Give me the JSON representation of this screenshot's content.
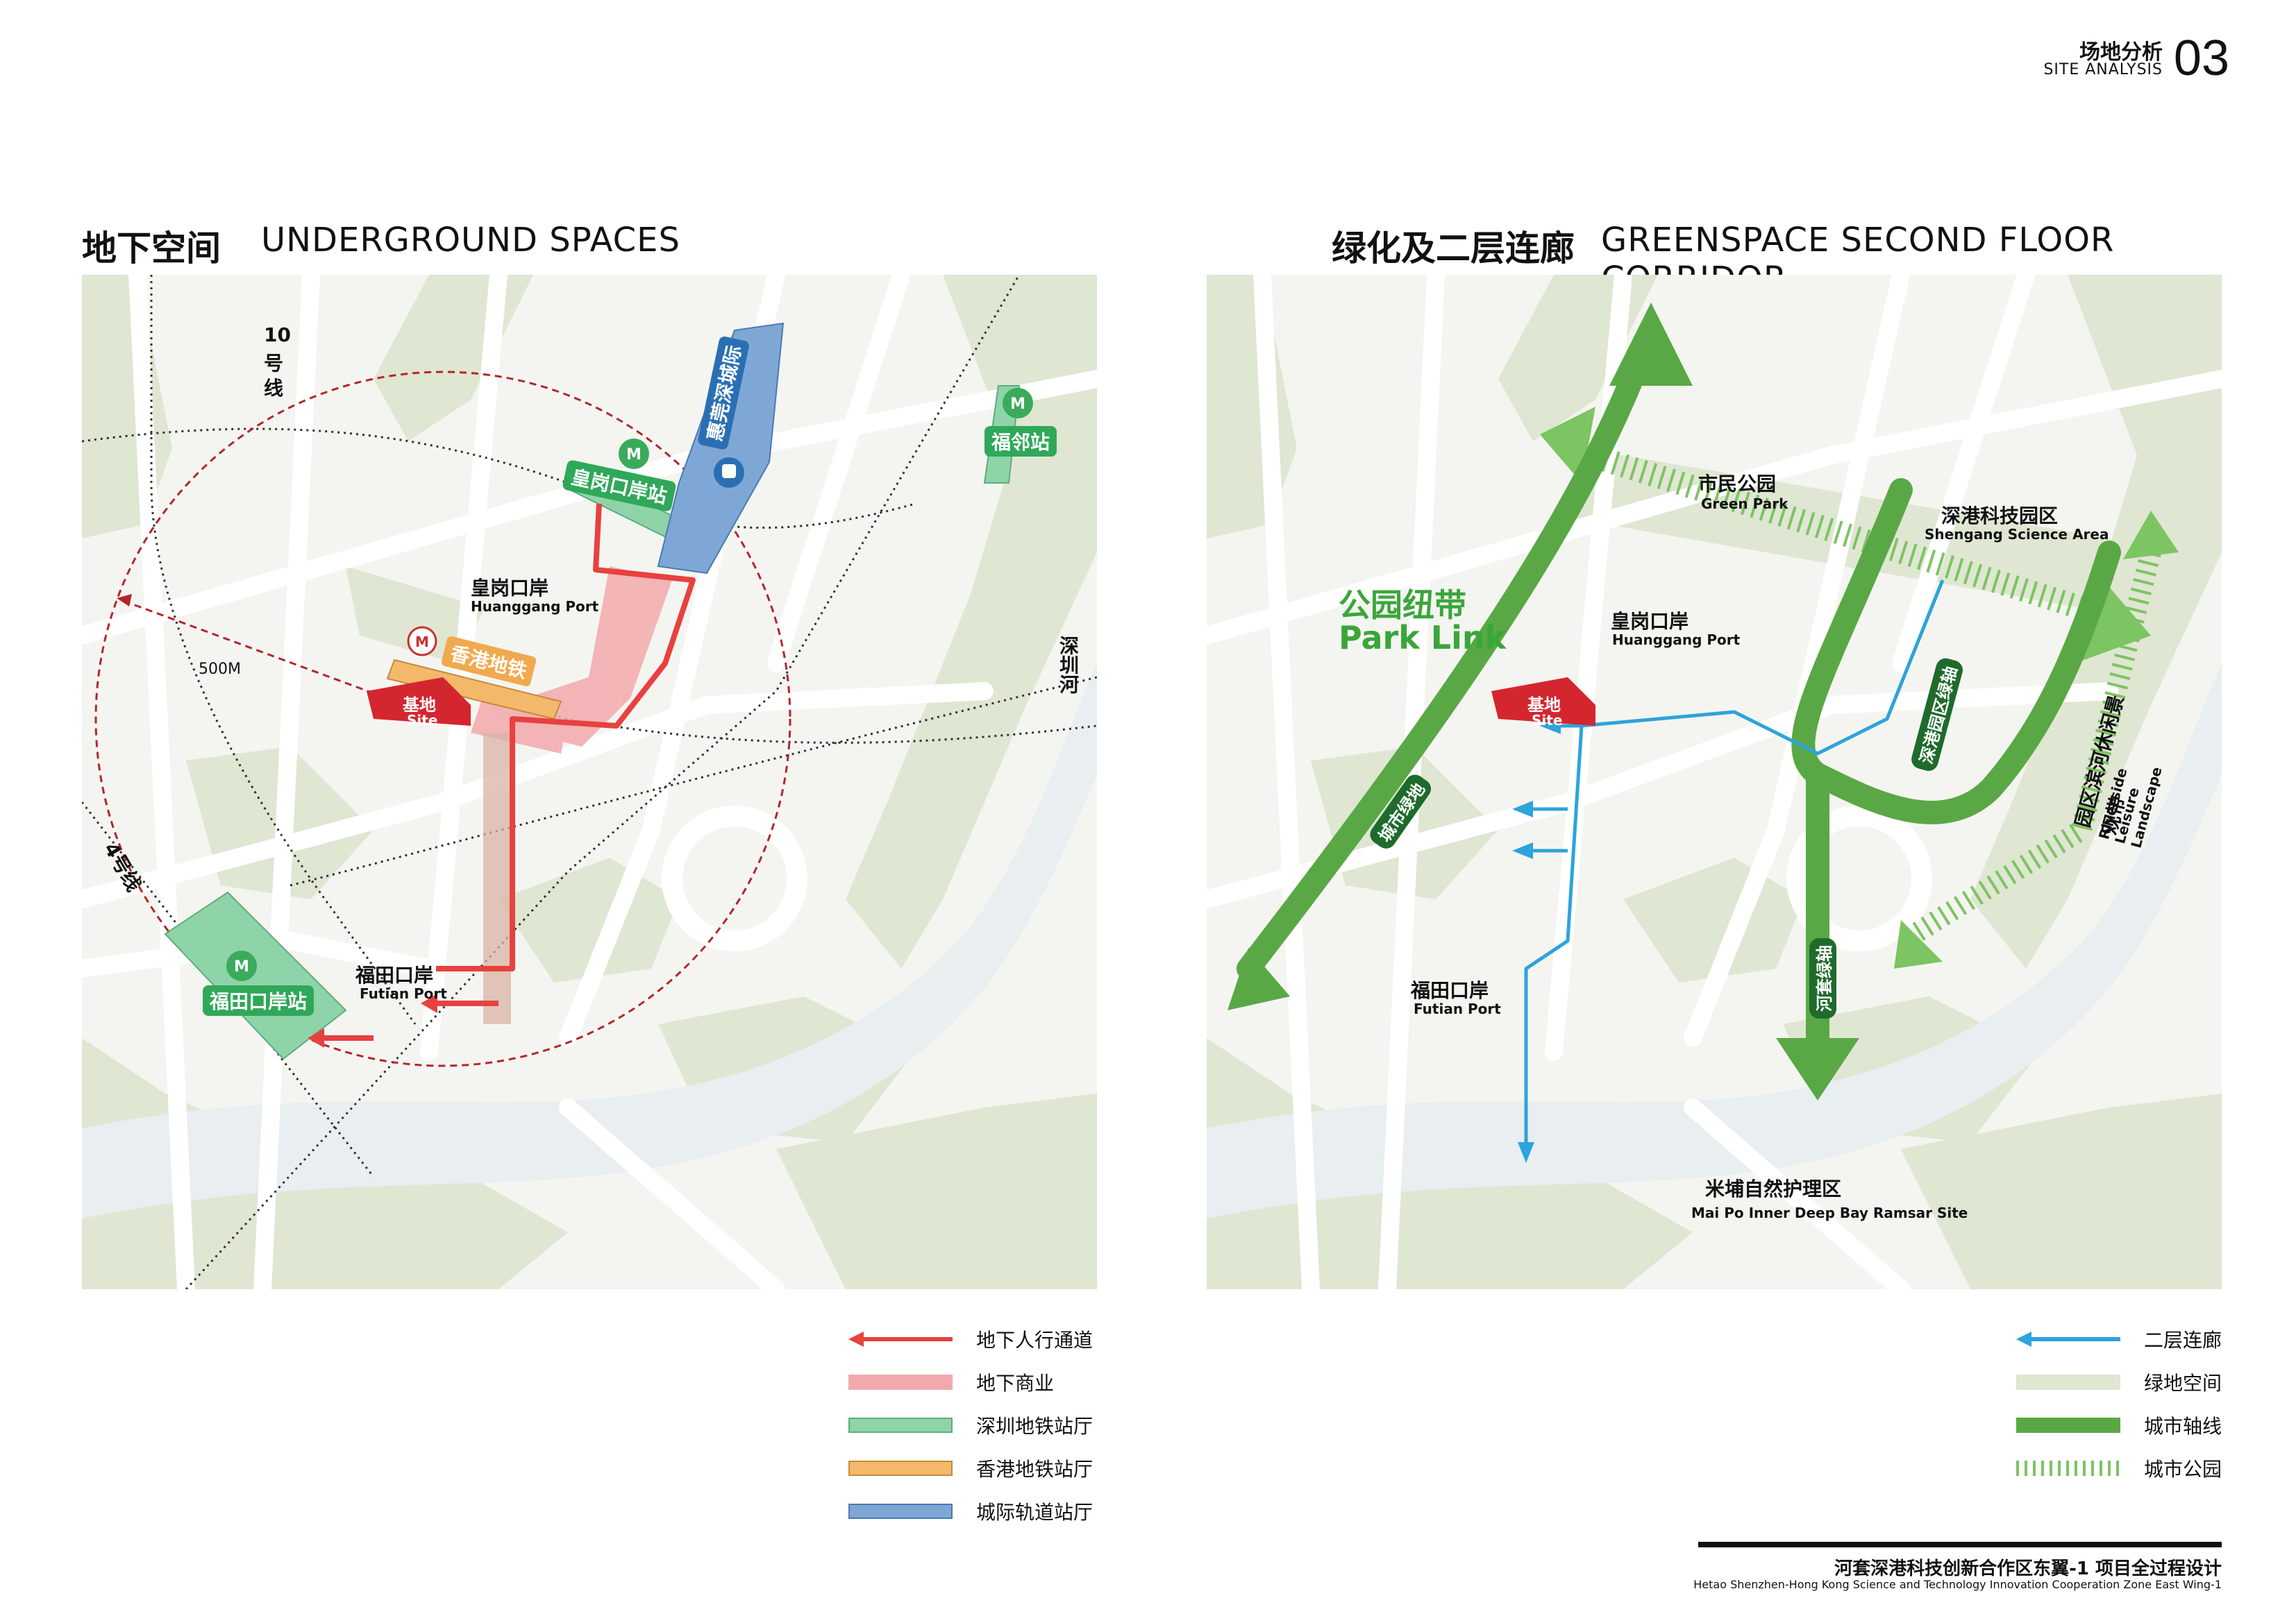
{
  "header": {
    "title_cn": "场地分析",
    "title_en": "SITE ANALYSIS",
    "page_number": "03"
  },
  "left_panel": {
    "title_cn": "地下空间",
    "title_en": "UNDERGROUND SPACES",
    "labels": {
      "line10": [
        "10",
        "号",
        "线"
      ],
      "line4": "4号线",
      "radius": "500M",
      "huanggang_port_cn": "皇岗口岸",
      "huanggang_port_en": "Huanggang Port",
      "huanggang_station": "皇岗口岸站",
      "intercity_station": "惠莞深城际",
      "fulin_station": "福邻站",
      "hk_metro": "香港地铁",
      "site_cn": "基地",
      "site_en": "Site",
      "futian_port_cn": "福田口岸",
      "futian_port_en": "Futian Port",
      "futian_station": "福田口岸站",
      "river": "深圳河"
    }
  },
  "right_panel": {
    "title_cn": "绿化及二层连廊",
    "title_en": "GREENSPACE SECOND FLOOR CORRIDOR",
    "labels": {
      "park_link_cn": "公园纽带",
      "park_link_en": "Park Link",
      "civic_park_cn": "市民公园",
      "civic_park_en": "Green Park",
      "science_area_cn": "深港科技园区",
      "science_area_en": "Shengang Science Area",
      "huanggang_port_cn": "皇岗口岸",
      "huanggang_port_en": "Huanggang Port",
      "site_cn": "基地",
      "site_en": "Site",
      "city_green": "城市绿地",
      "science_axis": "深港园区绿轴",
      "riverside_cn": "园区滨河休闲景观带",
      "riverside_en": "Riverside Leisure Landscape",
      "hetao_axis": "河套绿轴",
      "futian_port_cn": "福田口岸",
      "futian_port_en": "Futian Port",
      "maipo_cn": "米埔自然护理区",
      "maipo_en": "Mai Po Inner Deep Bay Ramsar Site"
    }
  },
  "legend_left": [
    {
      "label": "地下人行通道",
      "type": "arrow",
      "color": "#e8413f"
    },
    {
      "label": "地下商业",
      "type": "bar",
      "color": "#f2a9ac"
    },
    {
      "label": "深圳地铁站厅",
      "type": "bar",
      "color": "#8fd4a8"
    },
    {
      "label": "香港地铁站厅",
      "type": "bar",
      "color": "#f3b86a"
    },
    {
      "label": "城际轨道站厅",
      "type": "bar",
      "color": "#7fa7d6"
    }
  ],
  "legend_right": [
    {
      "label": "二层连廊",
      "type": "arrow",
      "color": "#2ea3dc"
    },
    {
      "label": "绿地空间",
      "type": "bar",
      "color": "#dfe6d2"
    },
    {
      "label": "城市轴线",
      "type": "bar",
      "color": "#5aa845"
    },
    {
      "label": "城市公园",
      "type": "hatch",
      "color": "#7dc463"
    }
  ],
  "footer": {
    "project_cn": "河套深港科技创新合作区东翼-1 项目全过程设计",
    "project_en": "Hetao Shenzhen-Hong Kong Science and Technology Innovation Cooperation Zone East Wing-1"
  },
  "colors": {
    "green_space": "#dfe6d2",
    "road": "#ffffff",
    "water": "#e9eef0",
    "red_passage": "#e8413f",
    "blue_corridor": "#2ea3dc",
    "axis_green": "#5aa845",
    "site_red": "#d4262e"
  }
}
